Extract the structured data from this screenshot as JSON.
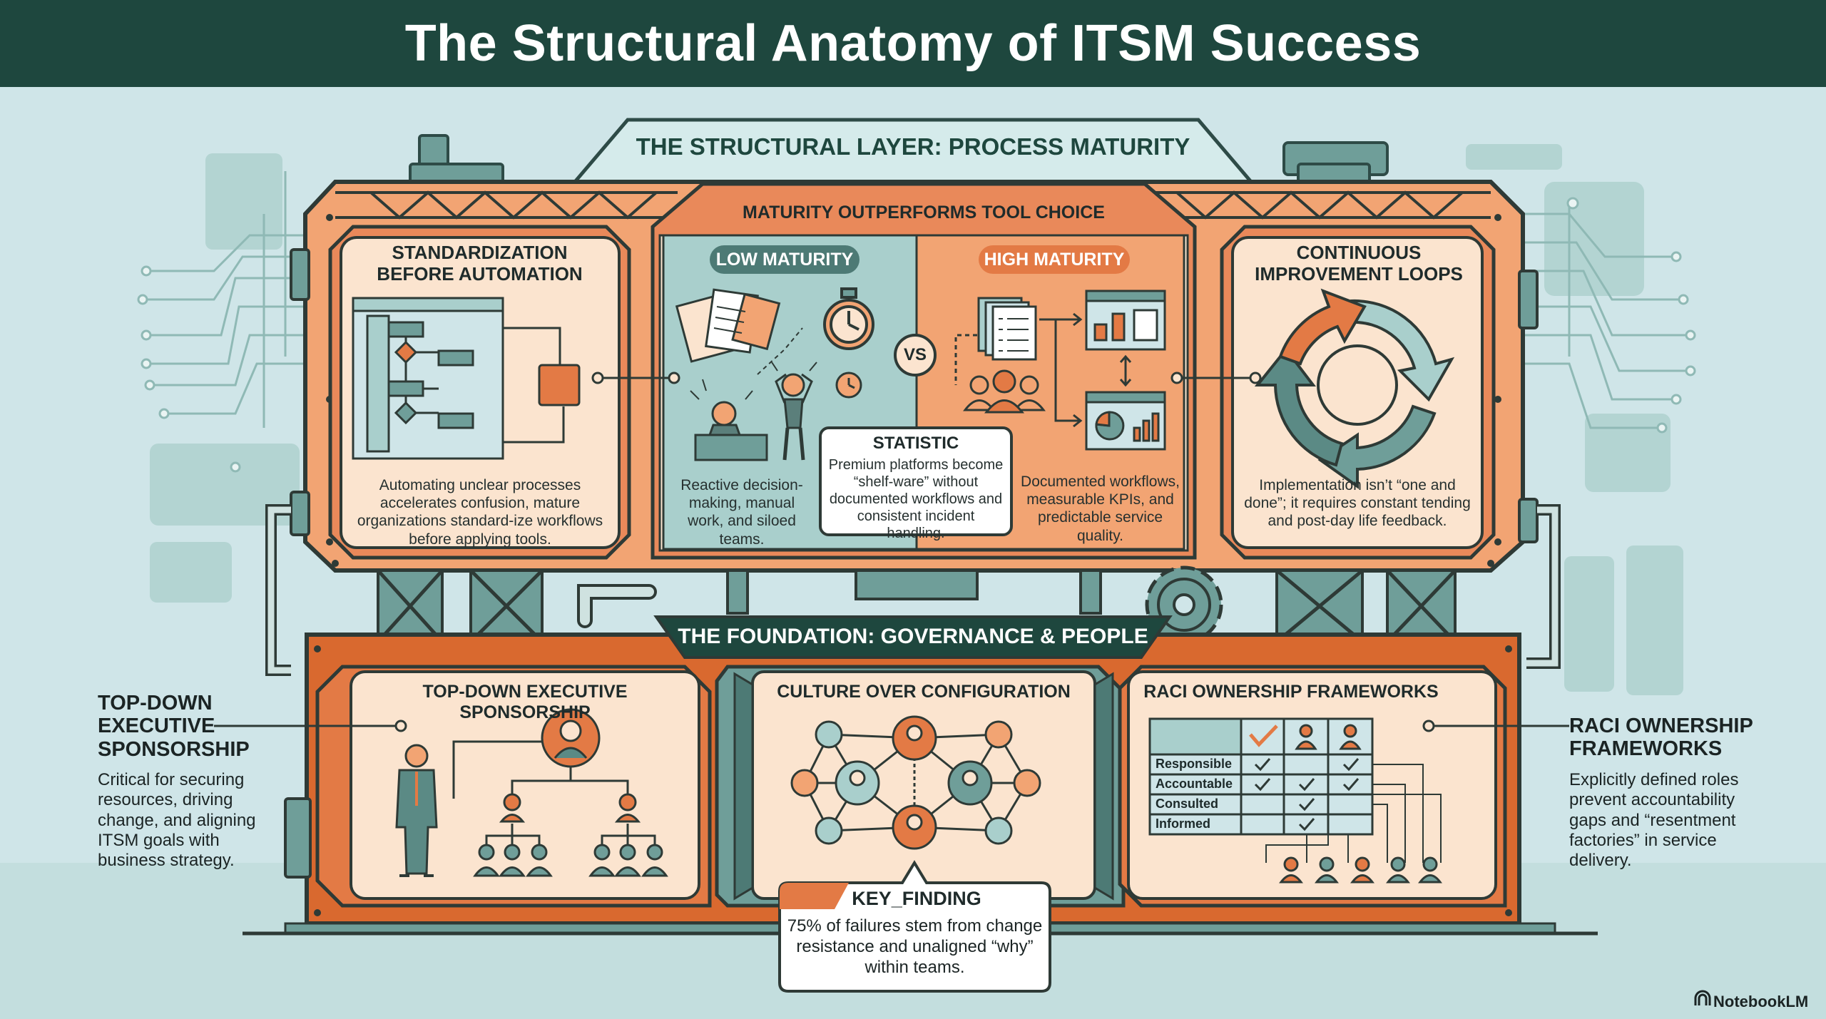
{
  "page": {
    "title": "The Structural Anatomy of ITSM Success",
    "brand": "NotebookLM"
  },
  "structural_layer": {
    "title": "THE STRUCTURAL LAYER: PROCESS MATURITY",
    "standardization": {
      "title": "STANDARDIZATION BEFORE AUTOMATION",
      "description": "Automating unclear processes accelerates confusion, mature organizations standard-ize workflows before applying tools."
    },
    "maturity": {
      "title": "MATURITY OUTPERFORMS TOOL CHOICE",
      "low_label": "LOW MATURITY",
      "low_description": "Reactive decision-making, manual work, and siloed teams.",
      "vs": "VS",
      "high_label": "HIGH MATURITY",
      "high_description": "Documented workflows, measurable KPIs, and predictable service quality.",
      "statistic_title": "STATISTIC",
      "statistic_text": "Premium platforms become “shelf-ware” without documented workflows and consistent incident handling."
    },
    "continuous": {
      "title": "CONTINUOUS IMPROVEMENT LOOPS",
      "description": "Implementation isn’t “one and done”; it requires constant tending and post-day life feedback."
    }
  },
  "foundation": {
    "title": "THE FOUNDATION: GOVERNANCE & PEOPLE",
    "sponsorship": {
      "title": "TOP-DOWN EXECUTIVE SPONSORSHIP"
    },
    "culture": {
      "title": "CULTURE OVER CONFIGURATION"
    },
    "raci": {
      "title": "RACI OWNERSHIP FRAMEWORKS",
      "rows": [
        "Responsible",
        "Accountable",
        "Consulted",
        "Informed"
      ]
    },
    "key_finding": {
      "title": "KEY_FINDING",
      "text": "75% of failures stem from change resistance and unaligned “why” within teams."
    }
  },
  "side_notes": {
    "left": {
      "title": "TOP-DOWN EXECUTIVE SPONSORSHIP",
      "text": "Critical for securing resources, driving change, and aligning ITSM goals with business strategy."
    },
    "right": {
      "title": "RACI OWNERSHIP FRAMEWORKS",
      "text": "Explicitly defined roles prevent accountability gaps and “resentment factories” in service delivery."
    }
  },
  "colors": {
    "dark_green": "#1e473e",
    "teal": "#5f8f8a",
    "orange": "#e37a45",
    "dark_orange": "#d96a35",
    "cream": "#fbe4cf",
    "background": "#cfe5e8"
  },
  "icons": [
    "flowchart-icon",
    "documents-icon",
    "stopwatch-icon",
    "stressed-worker-icon",
    "dashboard-icon",
    "team-icon",
    "cycle-arrows-icon",
    "executive-icon",
    "org-chart-icon",
    "people-network-icon",
    "raci-matrix-icon",
    "notebook-icon"
  ]
}
